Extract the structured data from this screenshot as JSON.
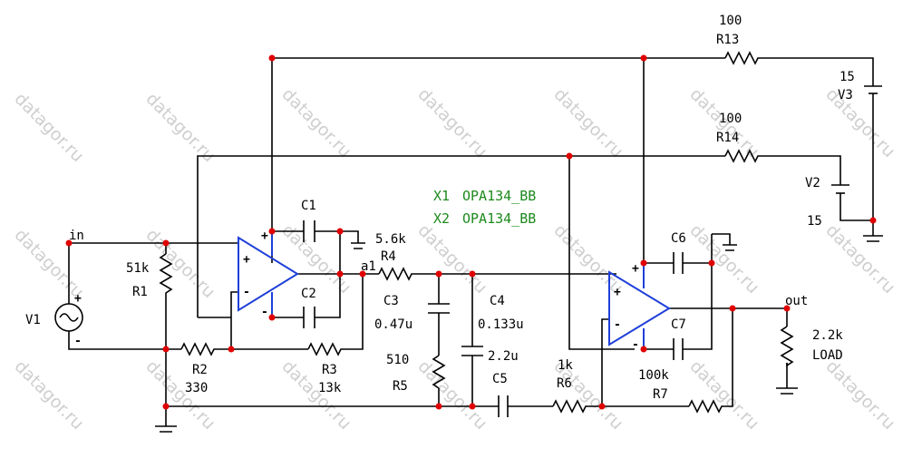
{
  "watermark": "datagor.ru",
  "models": {
    "x1": "X1",
    "x1_model": "OPA134_BB",
    "x2": "X2",
    "x2_model": "OPA134_BB"
  },
  "nodes": {
    "in": "in",
    "a1": "a1",
    "out": "out"
  },
  "components": {
    "r1": {
      "name": "R1",
      "value": "51k"
    },
    "r2": {
      "name": "R2",
      "value": "330"
    },
    "r3": {
      "name": "R3",
      "value": "13k"
    },
    "r4": {
      "name": "R4",
      "value": "5.6k"
    },
    "r5": {
      "name": "R5",
      "value": "510"
    },
    "r6": {
      "name": "R6",
      "value": "1k"
    },
    "r7": {
      "name": "R7",
      "value": "100k"
    },
    "r13": {
      "name": "R13",
      "value": "100"
    },
    "r14": {
      "name": "R14",
      "value": "100"
    },
    "c1": {
      "name": "C1"
    },
    "c2": {
      "name": "C2"
    },
    "c3": {
      "name": "C3",
      "value": "0.47u"
    },
    "c4": {
      "name": "C4",
      "value": "0.133u"
    },
    "c5": {
      "name": "C5",
      "value": "2.2u"
    },
    "c6": {
      "name": "C6"
    },
    "c7": {
      "name": "C7"
    },
    "v1": {
      "name": "V1"
    },
    "v2": {
      "name": "V2",
      "value": "15"
    },
    "v3": {
      "name": "V3",
      "value": "15"
    },
    "load": {
      "name": "LOAD",
      "value": "2.2k"
    }
  },
  "symbols": {
    "plus": "+",
    "minus": "-"
  },
  "colors": {
    "wire": "#000000",
    "opamp": "#1f3fd8",
    "node": "#e00000",
    "model_text": "#1e8a1e",
    "watermark": "#cfcfcf"
  }
}
